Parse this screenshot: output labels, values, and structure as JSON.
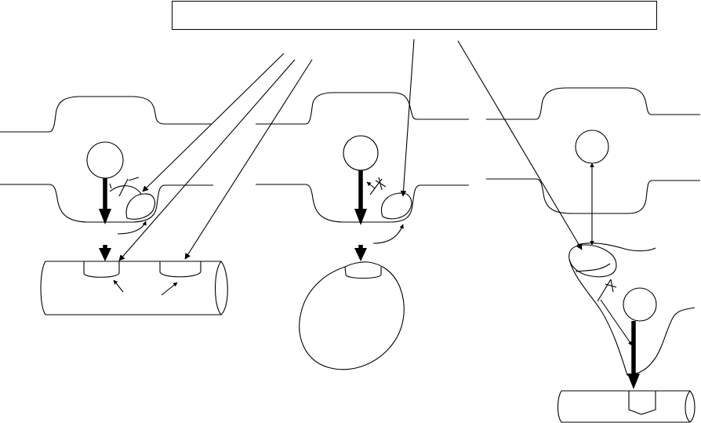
{
  "diagram": {
    "title_text": "",
    "colors": {
      "stroke": "#000000",
      "background": "#ffffff"
    },
    "panels": [
      {
        "name": "left",
        "blocked_path_symbol": "cross-mark"
      },
      {
        "name": "middle",
        "blocked_path_symbol": "cross-mark"
      },
      {
        "name": "right",
        "blocked_path_symbol": "cross-mark"
      }
    ]
  }
}
